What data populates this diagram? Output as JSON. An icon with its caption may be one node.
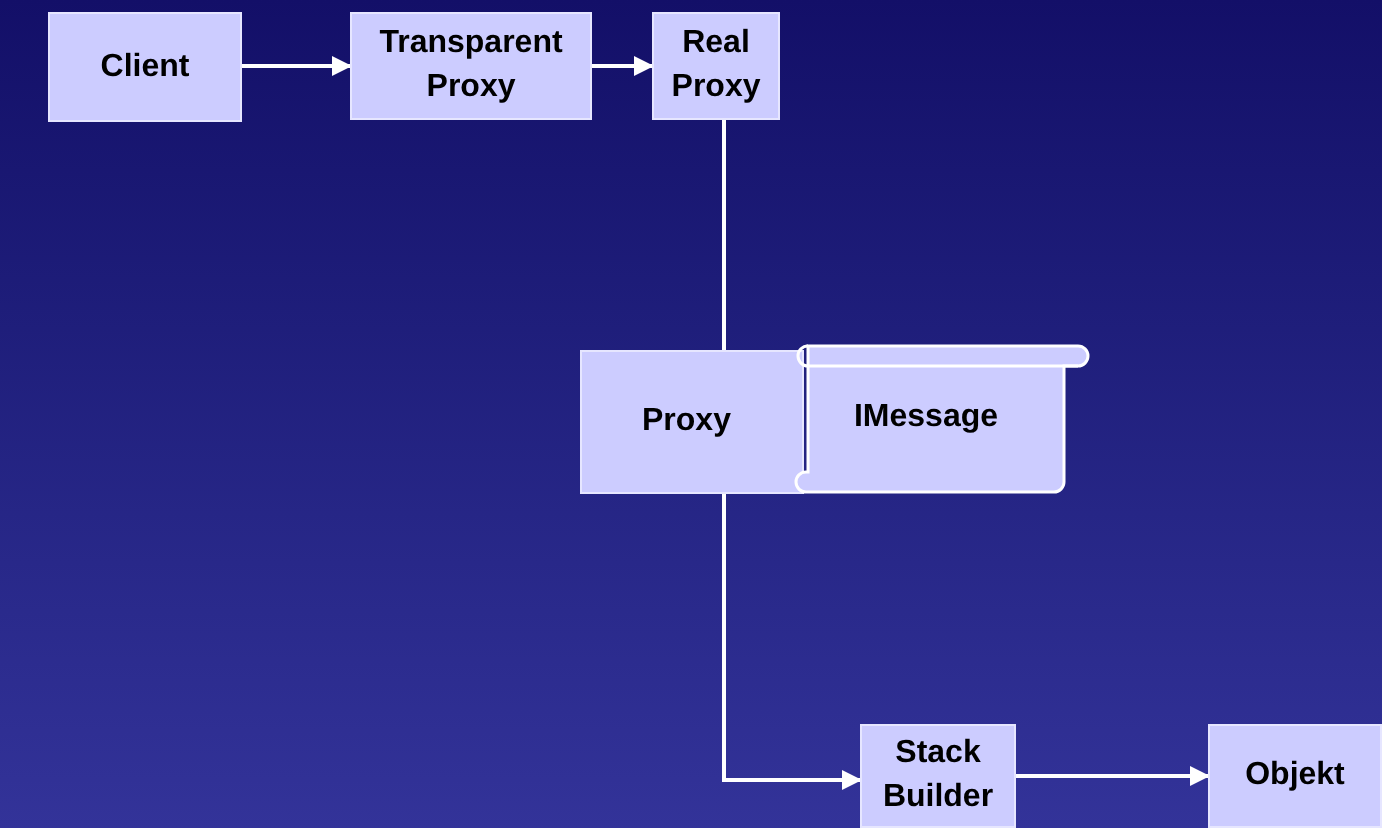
{
  "diagram": {
    "nodes": [
      {
        "text": [
          "Client"
        ]
      },
      {
        "text": [
          "Transparent Proxy"
        ]
      },
      {
        "text": [
          "Real Proxy"
        ]
      },
      {
        "text": [
          "Proxy"
        ]
      },
      {
        "text": [
          "IMessage"
        ]
      },
      {
        "text": [
          "Stack Builder"
        ]
      },
      {
        "text": [
          "Objekt"
        ]
      }
    ],
    "edges": [
      {
        "from": 0,
        "to": 1,
        "arrow": "to"
      },
      {
        "from": 1,
        "to": 2,
        "arrow": "to"
      },
      {
        "from": 2,
        "to": 3,
        "arrow": "none"
      },
      {
        "from": 3,
        "to": 5,
        "arrow": "to"
      },
      {
        "from": 5,
        "to": 6,
        "arrow": "to"
      }
    ]
  }
}
